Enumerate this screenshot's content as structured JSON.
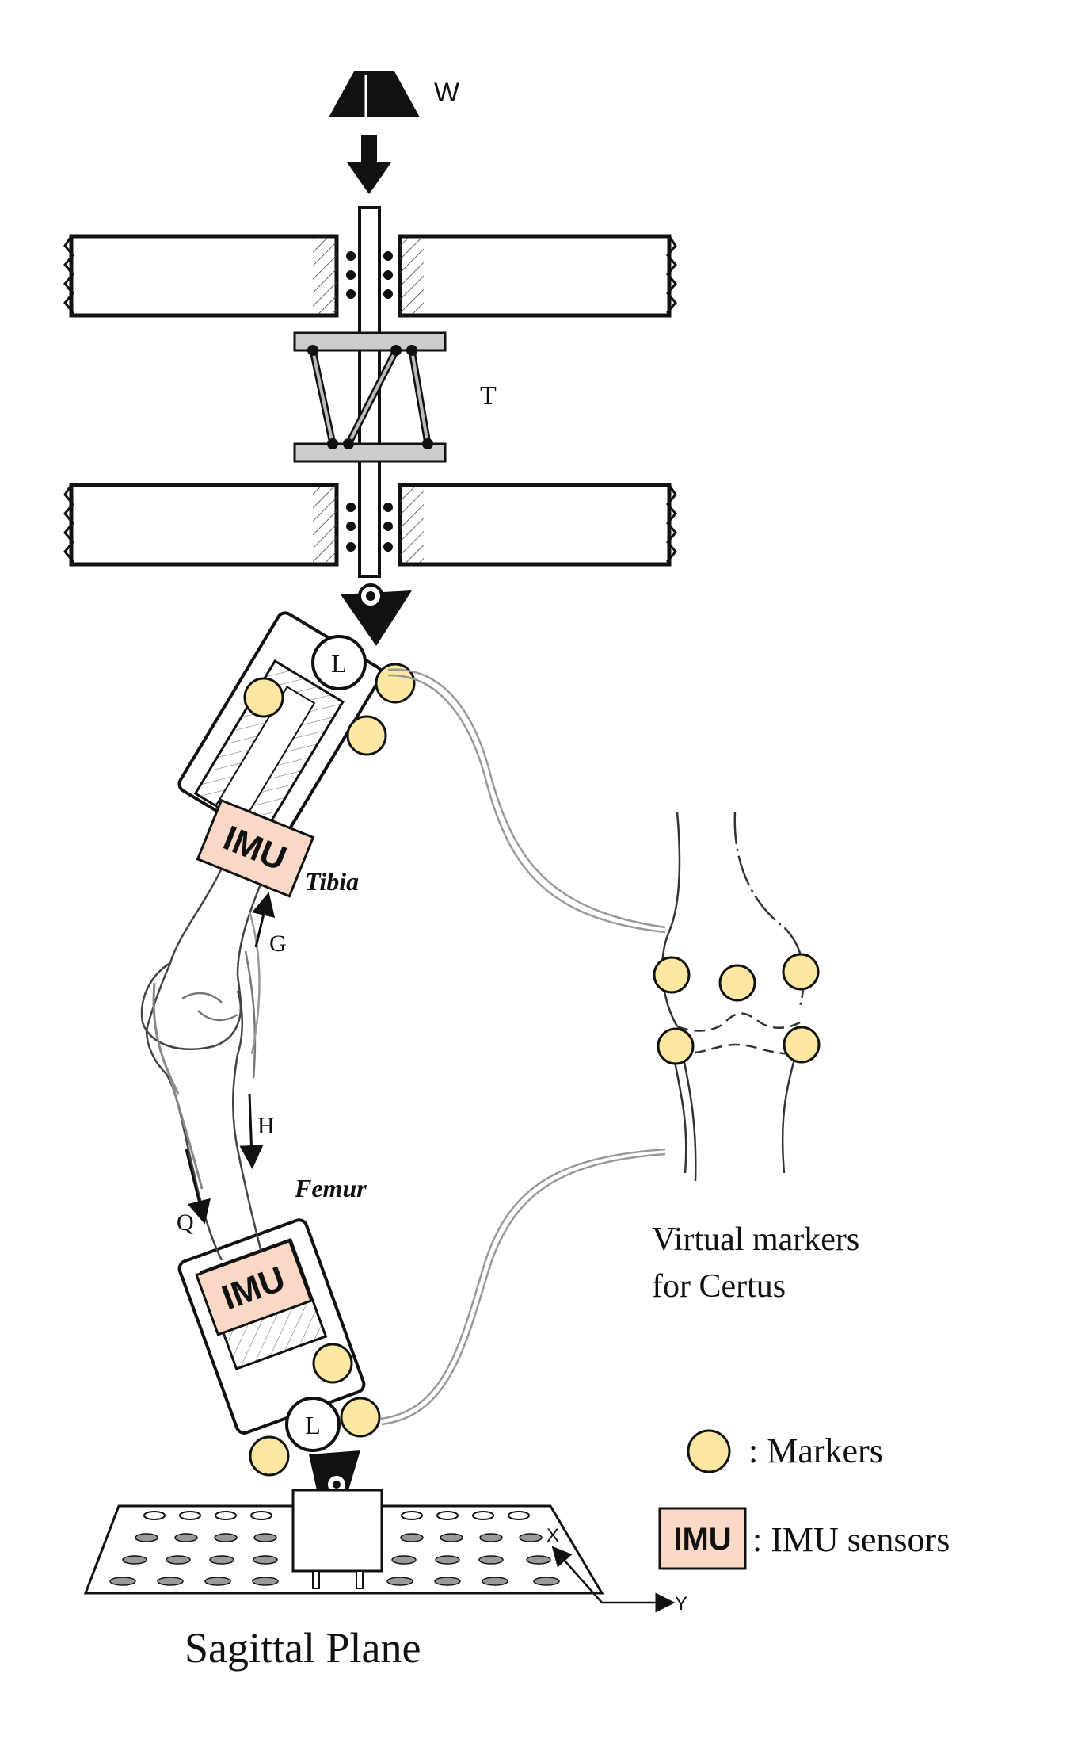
{
  "labels": {
    "weight": "W",
    "track": "T",
    "load_cell_top": "L",
    "load_cell_bottom": "L",
    "tibia": "Tibia",
    "femur": "Femur",
    "gastrocnemius": "G",
    "hamstrings": "H",
    "quadriceps": "Q",
    "imu_tibia": "IMU",
    "imu_femur": "IMU",
    "virtual_markers_line1": "Virtual markers",
    "virtual_markers_line2": "for Certus",
    "axis_x": "X",
    "axis_y": "Y",
    "caption": "Sagittal Plane"
  },
  "legend": {
    "markers_label": ": Markers",
    "imu_box": "IMU",
    "imu_label": ": IMU sensors"
  },
  "colors": {
    "marker_fill": "#fbe6a2",
    "imu_fill": "#f9d9c6",
    "ink": "#111111"
  }
}
